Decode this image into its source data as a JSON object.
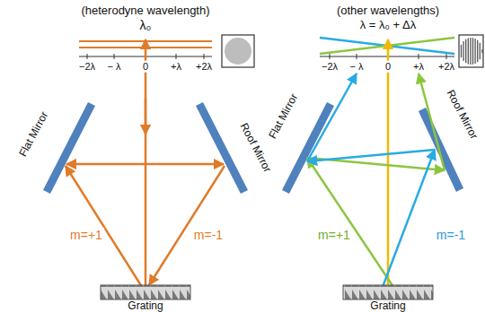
{
  "diagram": {
    "labels": [
      "(heterodyne wavelength)",
      "λ₀",
      "−2λ",
      "− λ",
      "0",
      "+λ",
      "+2λ",
      "Flat Mirror",
      "Roof Mirror",
      "m=+1",
      "m=-1",
      "Grating",
      "(other wavelengths)",
      "λ = λ₀ + Δλ",
      "−2λ",
      "− λ",
      "0",
      "+λ",
      "+2λ",
      "Flat Mirror",
      "Roof Mirror",
      "m=+1",
      "m=-1",
      "Grating"
    ]
  }
}
